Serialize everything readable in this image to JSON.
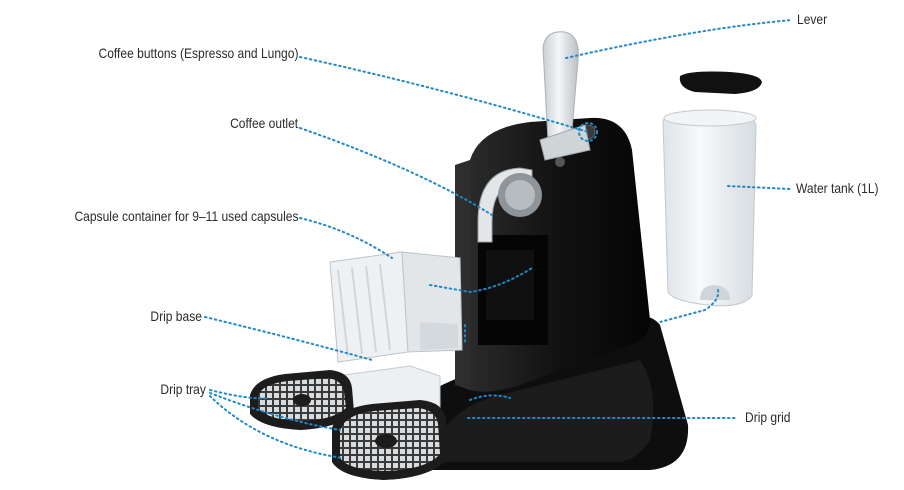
{
  "labels": {
    "lever": "Lever",
    "coffee_buttons": "Coffee buttons (Espresso and Lungo)",
    "coffee_outlet": "Coffee outlet",
    "water_tank": "Water tank (1L)",
    "capsule_container": "Capsule container for 9–11 used capsules",
    "drip_base": "Drip base",
    "drip_tray": "Drip tray",
    "drip_grid": "Drip grid"
  },
  "colors": {
    "machine_body": "#151515",
    "leader_line": "#1e88c8",
    "label_text": "#2b2b2b",
    "tank": "#e9edf0",
    "lever": "#dfe3e6"
  }
}
